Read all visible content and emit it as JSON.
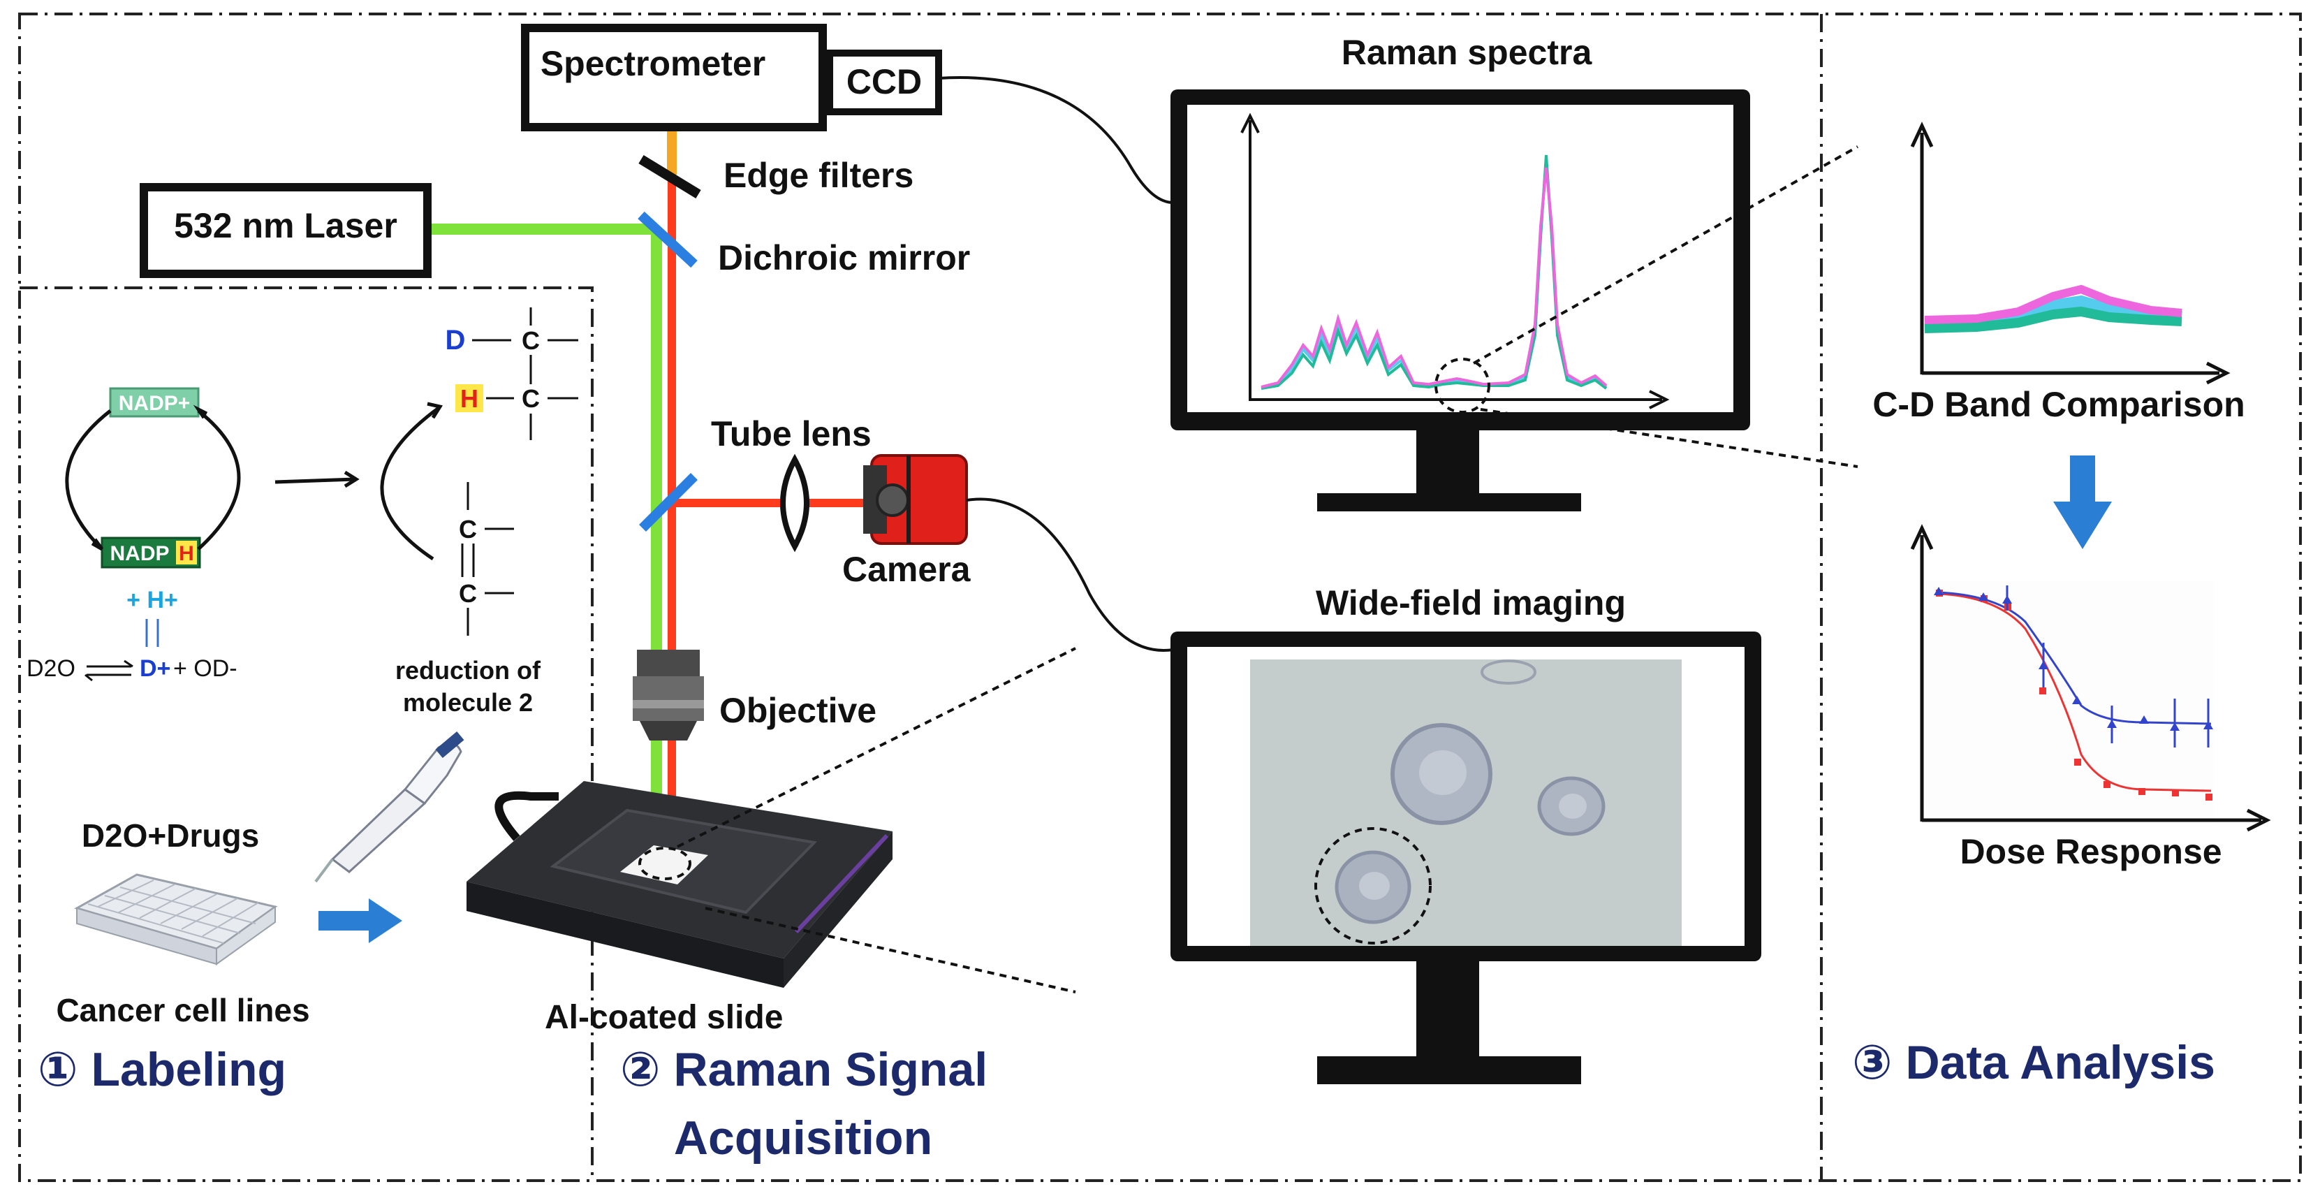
{
  "sections": {
    "labeling": "① Labeling",
    "raman_line1": "② Raman Signal",
    "raman_line2": "Acquisition",
    "data_analysis": "③ Data Analysis"
  },
  "instruments": {
    "spectrometer": "Spectrometer",
    "ccd": "CCD",
    "laser": "532 nm Laser",
    "edge_filters": "Edge filters",
    "dichroic_mirror": "Dichroic mirror",
    "tube_lens": "Tube lens",
    "camera": "Camera",
    "objective": "Objective",
    "slide": "Al-coated slide"
  },
  "monitors": {
    "raman_title": "Raman spectra",
    "widefield_title": "Wide-field imaging"
  },
  "analysis": {
    "cd_band": "C-D Band Comparison",
    "dose_response": "Dose Response"
  },
  "labeling_panel": {
    "nadp_plus": "NADP+",
    "nadph_prefix": "NADP",
    "nadph_h": "H",
    "h_plus": "+ H+",
    "d2o": "D2O",
    "d_plus": "D+",
    "od_minus": "+ OD-",
    "atom_d": "D",
    "atom_h": "H",
    "atom_c": "C",
    "reduction_line1": "reduction of",
    "reduction_line2": "molecule 2",
    "drugs": "D2O+Drugs",
    "cells": "Cancer cell lines"
  },
  "colors": {
    "laser_green": "#7ee23a",
    "emission_red": "#ff3b1e",
    "signal_orange": "#f5a623",
    "mirror_blue": "#2b7fe0",
    "arrow_blue": "#2a7fd4",
    "section_title": "#1c2a6b",
    "camera_red": "#e0201a",
    "series_pink": "#ee66dd",
    "series_teal": "#22bb99",
    "series_cyan": "#55ccee",
    "dose_red": "#ee3333",
    "dose_blue": "#3344cc"
  }
}
